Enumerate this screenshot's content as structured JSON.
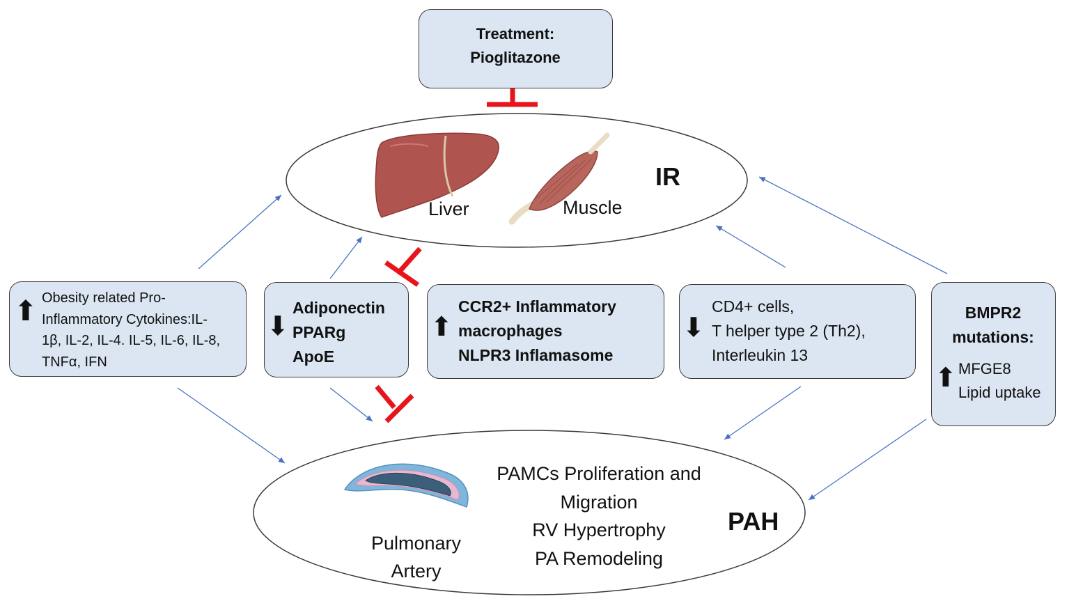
{
  "treatment": {
    "line1": "Treatment:",
    "line2": "Pioglitazone"
  },
  "ir": {
    "label": "IR",
    "liver_label": "Liver",
    "muscle_label": "Muscle"
  },
  "pah": {
    "label": "PAH",
    "artery_label_1": "Pulmonary",
    "artery_label_2": "Artery",
    "effects": [
      "PAMCs Proliferation and",
      "Migration",
      "RV Hypertrophy",
      "PA Remodeling"
    ]
  },
  "factors": {
    "cytokines": {
      "direction": "up",
      "lines": [
        "Obesity related Pro-",
        "Inflammatory Cytokines:IL-",
        "1β, IL-2, IL-4. IL-5, IL-6, IL-8,",
        "TNFα, IFN"
      ]
    },
    "adipo": {
      "direction": "down",
      "lines": [
        "Adiponectin",
        "PPARg",
        "ApoE"
      ]
    },
    "ccr2": {
      "direction": "up",
      "lines": [
        "CCR2+ Inflammatory",
        "macrophages",
        "NLPR3 Inflamasome"
      ]
    },
    "cd4": {
      "direction": "down",
      "lines": [
        "CD4+ cells,",
        "T helper type 2 (Th2),",
        "Interleukin 13"
      ]
    },
    "bmpr2": {
      "title1": "BMPR2",
      "title2": "mutations:",
      "direction": "up",
      "lines": [
        "MFGE8",
        "Lipid uptake"
      ]
    }
  },
  "colors": {
    "box_fill": "#dce6f2",
    "inhibit": "#e8141c",
    "arrow": "#4a72c4"
  }
}
